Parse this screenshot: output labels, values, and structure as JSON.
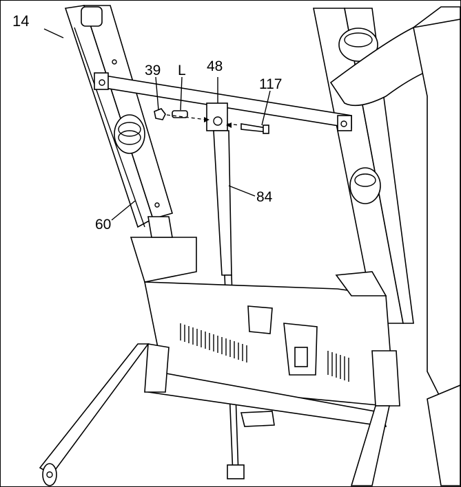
{
  "step_number": "14",
  "callouts": {
    "part_39": "39",
    "part_L": "L",
    "part_48": "48",
    "part_117": "117",
    "part_84": "84",
    "part_60": "60"
  }
}
